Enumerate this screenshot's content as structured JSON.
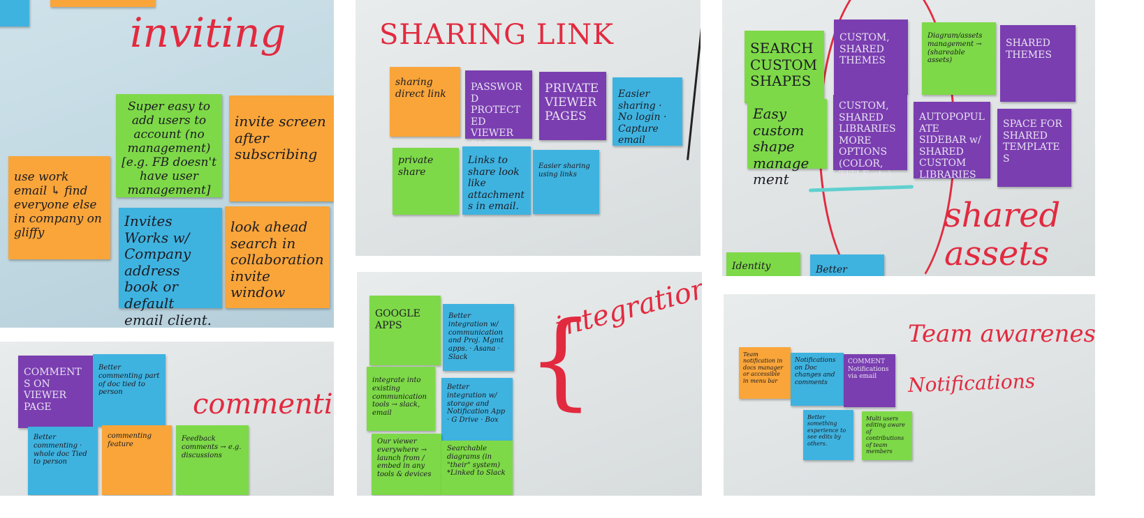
{
  "panels": {
    "inviting": {
      "heading": "inviting",
      "notes": [
        "Super easy to add users to account (no management) [e.g. FB doesn't have user management]",
        "invite screen after subscribing",
        "use work email ↳ find everyone else in company on gliffy",
        "Invites Works w/ Company address book or default email client.",
        "look ahead search in collaboration invite window"
      ]
    },
    "sharing": {
      "heading": "SHARING LINK",
      "notes": [
        "sharing direct link",
        "PASSWORD PROTECTED VIEWER PAGE",
        "PRIVATE VIEWER PAGES",
        "Easier sharing · No login · Capture email",
        "private share",
        "Links to share look like attachments in email.",
        "Easier sharing using links"
      ]
    },
    "assets": {
      "heading": "shared assets",
      "notes": [
        "SEARCH CUSTOM SHAPES",
        "Easy custom shape management",
        "CUSTOM, SHARED THEMES",
        "Diagram/assets management → (shareable assets)",
        "SHARED THEMES",
        "CUSTOM, SHARED LIBRARIES MORE OPTIONS (COLOR, TITLE etc)",
        "AUTOPOPULATE SIDEBAR w/ SHARED CUSTOM LIBRARIES",
        "SPACE FOR SHARED TEMPLATES",
        "Identity",
        "Better Viewer"
      ]
    },
    "commenting": {
      "heading": "commenting",
      "notes": [
        "COMMENTS ON VIEWER PAGE",
        "Better commenting part of doc tied to person",
        "Better commenting · whole doc Tied to person",
        "commenting feature",
        "Feedback comments → e.g. discussions"
      ]
    },
    "integrations": {
      "heading": "integrations",
      "notes": [
        "GOOGLE APPS",
        "Better integration w/ communication and Proj. Mgmt apps. · Asana · Slack",
        "integrate into existing communication tools → slack, email",
        "Better integration w/ storage and Notification App · G Drive · Box",
        "Our viewer everywhere → launch from / embed in any tools & devices",
        "Searchable diagrams (in \"their\" system) *Linked to Slack"
      ]
    },
    "team": {
      "heading": "Team awareness",
      "subheading": "Notifications",
      "notes": [
        "Team notification in docs manager or accessible in menu bar",
        "Notifications on Doc changes and comments",
        "COMMENT Notifications via email",
        "Better something experience to see edits by others.",
        "Multi users editing aware of contributions of team members"
      ]
    }
  },
  "colors": {
    "orange": "#f9a53a",
    "green": "#7ed948",
    "blue": "#3fb3e0",
    "purple": "#7a3eb0",
    "marker": "#e22a3f"
  }
}
